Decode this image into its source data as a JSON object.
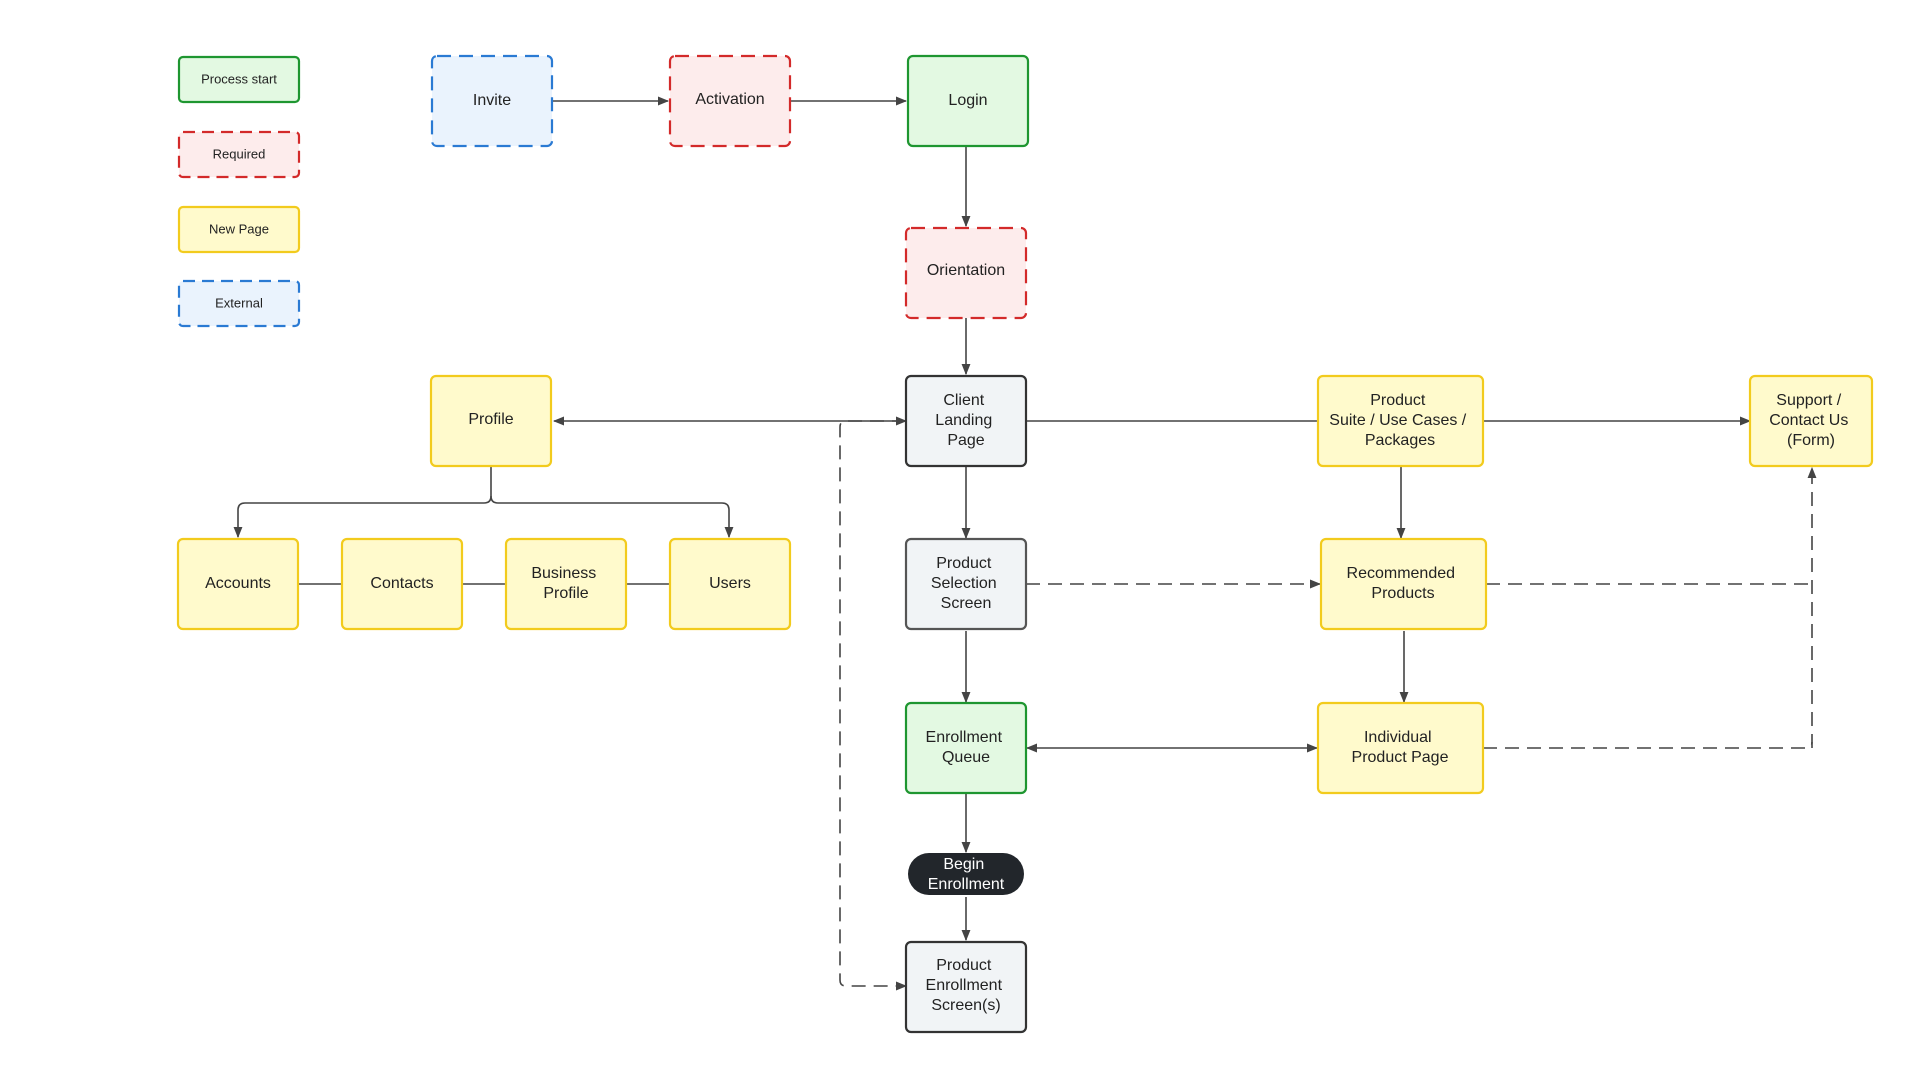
{
  "colors": {
    "green_stroke": "#1e9630",
    "green_fill": "#e3f9e2",
    "red_stroke": "#d32a2a",
    "red_fill": "#fdecec",
    "yellow_stroke": "#f2cb1d",
    "yellow_fill": "#fffacc",
    "blue_stroke": "#2a7ad3",
    "blue_fill": "#eaf3fd",
    "gray_stroke": "#333333",
    "gray_fill": "#f1f4f6",
    "pill_fill": "#22262b",
    "edge": "#444444"
  },
  "legend": {
    "process_start": "Process start",
    "required": "Required",
    "new_page": "New Page",
    "external": "External"
  },
  "nodes": {
    "invite": "Invite",
    "activation": "Activation",
    "login": "Login",
    "orientation": "Orientation",
    "client_landing": [
      "Client",
      "Landing",
      "Page"
    ],
    "profile": "Profile",
    "accounts": "Accounts",
    "contacts": "Contacts",
    "business_profile": [
      "Business",
      "Profile"
    ],
    "users": "Users",
    "product_suite": [
      "Product",
      "Suite / Use Cases /",
      "Packages"
    ],
    "support": [
      "Support /",
      "Contact Us",
      "(Form)"
    ],
    "product_selection": [
      "Product",
      "Selection",
      "Screen"
    ],
    "recommended": [
      "Recommended",
      "Products"
    ],
    "enrollment_queue": [
      "Enrollment",
      "Queue"
    ],
    "individual_product": [
      "Individual",
      "Product Page"
    ],
    "begin_enrollment": [
      "Begin",
      "Enrollment"
    ],
    "product_enrollment": [
      "Product",
      "Enrollment",
      "Screen(s)"
    ]
  }
}
